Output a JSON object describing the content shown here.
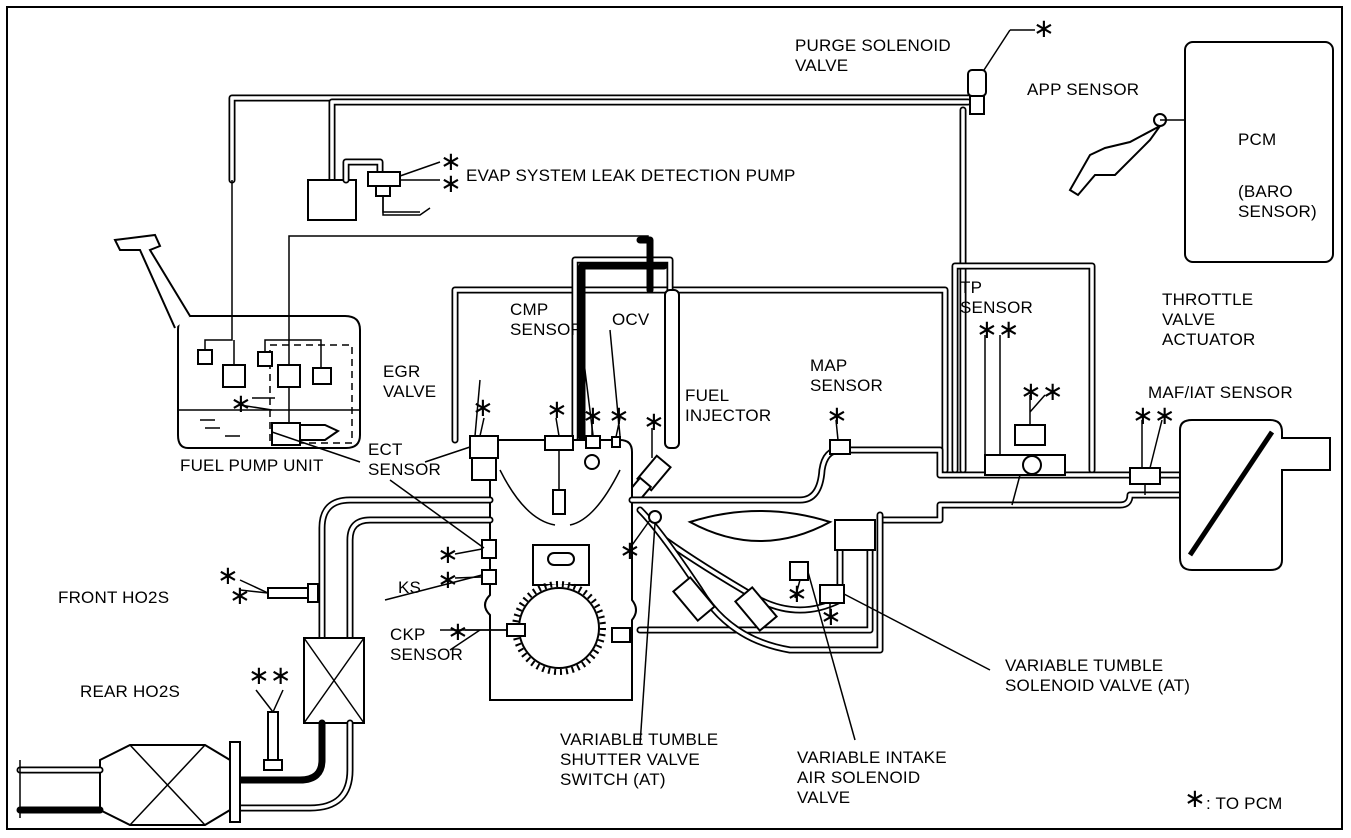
{
  "labels": {
    "purge": "PURGE SOLENOID\nVALVE",
    "app": "APP SENSOR",
    "pcm": "PCM",
    "baro": "(BARO\nSENSOR)",
    "evap": "EVAP SYSTEM LEAK DETECTION PUMP",
    "cmp": "CMP\nSENSOR",
    "ocv": "OCV",
    "egr": "EGR\nVALVE",
    "fuel_injector": "FUEL\nINJECTOR",
    "map": "MAP\nSENSOR",
    "tp": "TP\nSENSOR",
    "throttle": "THROTTLE\nVALVE\nACTUATOR",
    "maf": "MAF/IAT SENSOR",
    "fuel_pump": "FUEL PUMP UNIT",
    "ect": "ECT\nSENSOR",
    "front_ho2s": "FRONT HO2S",
    "ks": "KS",
    "ckp": "CKP\nSENSOR",
    "rear_ho2s": "REAR HO2S",
    "vt_shutter": "VARIABLE TUMBLE\nSHUTTER VALVE\nSWITCH (AT)",
    "vi_air": "VARIABLE INTAKE\nAIR SOLENOID\nVALVE",
    "vt_solenoid": "VARIABLE TUMBLE\nSOLENOID VALVE (AT)",
    "legend_symbol": "∗",
    "legend_text": ": TO PCM",
    "star": "∗",
    "star2": "∗∗"
  }
}
